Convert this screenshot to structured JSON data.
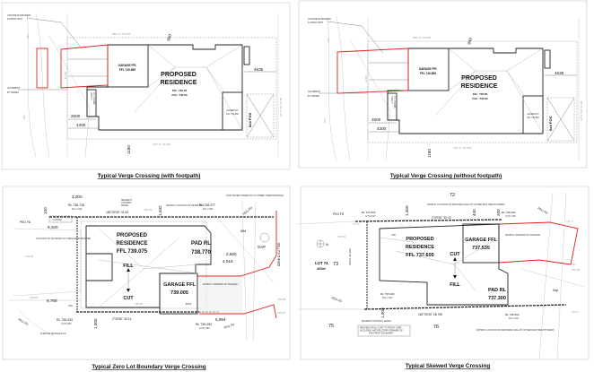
{
  "accent_color": "#e02020",
  "plan_standard": {
    "concrete_note_1": "CONCRETE DRIVEWAY",
    "concrete_note_2": "& FRONT PATH",
    "letterbox_1": "LETTERBOX",
    "letterbox_2": "BY OWNER",
    "bearing_top": "280°17'  29.935",
    "bearing_bottom": "100°17'  29.935",
    "bearing_right": "10°17'10\"  14.00",
    "front_width": "14.00",
    "contour": "740",
    "setback_top": "950",
    "setback_bottom": "1180",
    "garage_1": "GARAGE FFL",
    "garage_2": "FFL 740.865",
    "title_1": "PROPOSED",
    "title_2": "RESIDENCE",
    "ffl": "FFL:   740.95",
    "fgl": "FGL:   740.60",
    "porch_1": "PORCH",
    "porch_2": "FFL 740.865",
    "alfresco_1": "ALFRESCO",
    "alfresco_2": "FFL 740.865",
    "pos": "6x4 POS",
    "dim_right": "4635",
    "dim_2500": "2500",
    "dim_4300": "4300"
  },
  "panels": [
    {
      "caption": "Typical Verge Crossing (with footpath)"
    },
    {
      "caption": "Typical Verge Crossing (without footpath)"
    },
    {
      "caption": "Typical Zero Lot Boundary Verge Crossing",
      "title_1": "PROPOSED",
      "title_2": "RESIDENCE",
      "ffl": "FFL 739.075",
      "pad_1": "PAD RL",
      "pad_2": "738.770",
      "fill": "FILL",
      "cut": "CUT",
      "garage_1": "GARAGE FFL",
      "garage_2": "739.005",
      "dim_2000": "2,000",
      "rl_tl": "RL 738.728",
      "rl_tl_fill": "FILL 0.042",
      "rl_tr": "RL 738.377",
      "rl_tr_fill": "FILL 0.393",
      "dim_9100": "9,100",
      "dim_9768": "9,768",
      "toe": "TOE",
      "bank": "BANK",
      "rl_bl": "RL 739.433",
      "rl_bl_cut": "CUT 0.663",
      "rl_br": "RL 739.253",
      "rl_br_cut": "CUT 0.463",
      "dim_5894": "5,894",
      "dim_2500": "2,500",
      "dim_4018": "4,018",
      "dim_1332": "1,332",
      "dim_1000": "1,000",
      "dim_100": "100",
      "bearing_top": "182°29'30\"   31.52",
      "bearing_bottom": "2°29'30\"   32.14",
      "sap": "SAP",
      "wm": "WM",
      "kerb": "KERB & GUTTER",
      "peg": "PEG FD",
      "note_fence_1": "SEGMENT",
      "note_fence_2": "CONTROL",
      "note_fence_3": "FENCE",
      "note_meter": "APPROX. LOCATION OF METER BOX",
      "note_tank": "TANK WATER OVERFLOW TO STREET KERB DRAINAGE",
      "note_clothes": "LOCATION OF OUTDOOR CLOTHESLINE BY BUILDER",
      "note_drive": "APPROX. DRIVEWAY BY BUILDER",
      "note_drain": "SURFACE DRAINAGE PIT",
      "gutter": "GUTTER",
      "lvl_1": "738.69",
      "lvl_2": "738.65",
      "lvl_3": "738.83",
      "lvl_4": "738.72",
      "lvl_5": "738.98",
      "lvl_6": "738.87"
    },
    {
      "caption": "Typical Skewed Verge Crossing",
      "title_1": "PROPOSED",
      "title_2": "RESIDENCE",
      "ffl": "FFL 737.605",
      "garage_1": "GARAGE FFL",
      "garage_2": "737,535",
      "cut": "CUT",
      "fill": "FILL",
      "pad_1": "PAD RL",
      "pad_2": "737.300",
      "lot_1": "LOT 74",
      "lot_2": "402m²",
      "lot_72": "72",
      "lot_73": "73",
      "lot_75": "75",
      "lot_76": "76",
      "bearing_top": "2°29'30\"   30.76",
      "bearing_bottom": "182°29'30\"   28.795",
      "bearing_left": "272°47'  13.50",
      "rl_tl": "RL 737.916",
      "rl_tl_cut": "CUT 0.613",
      "rl_tr": "RL 736.000",
      "rl_tr_cut": "CUT 0.735",
      "rl_ml": "RL 737.200",
      "rl_ml_fill": "FILL 0.100",
      "rl_br": "RL 736.963",
      "rl_br_fill": "FILL 0.317",
      "toe": "TOE",
      "peg": "PEG FD",
      "lvl_1": "737.4",
      "lvl_2": "737",
      "lvl_3": "736.96",
      "lvl_4": "736.6",
      "lvl_5": "737.8",
      "lvl_6": "736.82",
      "dim_1000": "1,000",
      "dim_440": "440",
      "dim_200": "200",
      "dim_1350": "1,350",
      "north": "N",
      "sap": "Sap",
      "note_drive": "APPROX. DRIVEWAY BY BUILDER",
      "note_turf_1": "PROVIDE 6 ROLL TURF TO FRONT YARD",
      "note_turf_2": "INCLUDING NATURE STRIP FORWARD OF",
      "note_turf_3": "THE FRONT BOUNDARY",
      "note_fence": "SEGMENT CONTROL FENCE",
      "note_wall_top": "APPROX. LOCATION OF RETAINING WALL BY OTHER (MAX HEIGHT 500MM)",
      "note_wall_bottom": "APPROX. LOCATION OF RETAINING WALL BY OTHER (MAX HEIGHT 500MM)"
    }
  ]
}
